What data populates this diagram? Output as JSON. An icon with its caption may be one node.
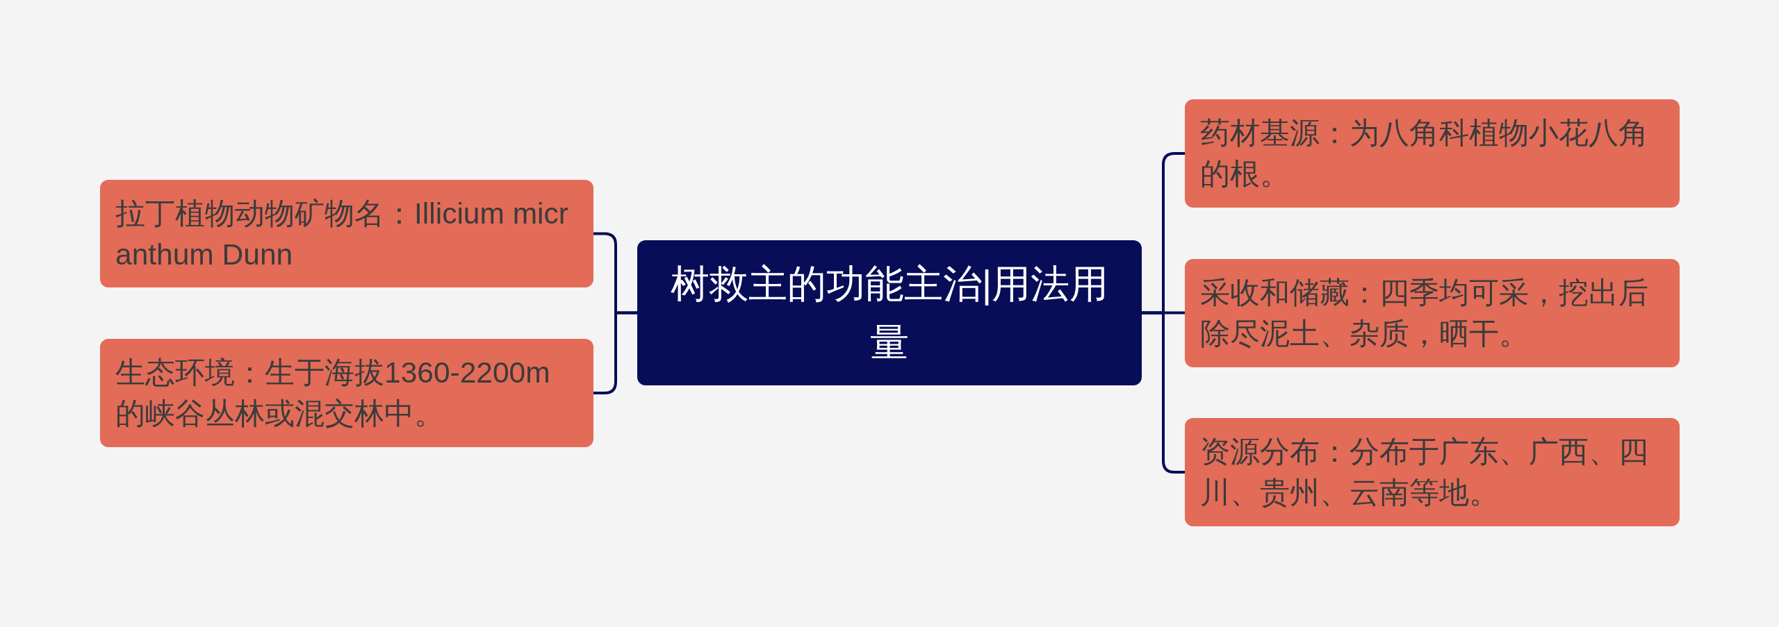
{
  "diagram": {
    "nodes": [
      {
        "text": [
          "树救主的功能主治|用法用量"
        ]
      },
      {
        "text": [
          "拉丁植物动物矿物名：Illicium micranthum Dunn"
        ]
      },
      {
        "text": [
          "生态环境：生于海拔1360-2200m的峡谷丛林或混交林中。"
        ]
      },
      {
        "text": [
          "药材基源：为八角科植物小花八角的根。"
        ]
      },
      {
        "text": [
          "采收和储藏：四季均可采，挖出后除尽泥土、杂质，晒干。"
        ]
      },
      {
        "text": [
          "资源分布：分布于广东、广西、四川、贵州、云南等地。"
        ]
      }
    ],
    "edges": [
      {
        "from": 0,
        "to": 1,
        "arrow": "none"
      },
      {
        "from": 0,
        "to": 2,
        "arrow": "none"
      },
      {
        "from": 0,
        "to": 3,
        "arrow": "none"
      },
      {
        "from": 0,
        "to": 4,
        "arrow": "none"
      },
      {
        "from": 0,
        "to": 5,
        "arrow": "none"
      }
    ]
  }
}
